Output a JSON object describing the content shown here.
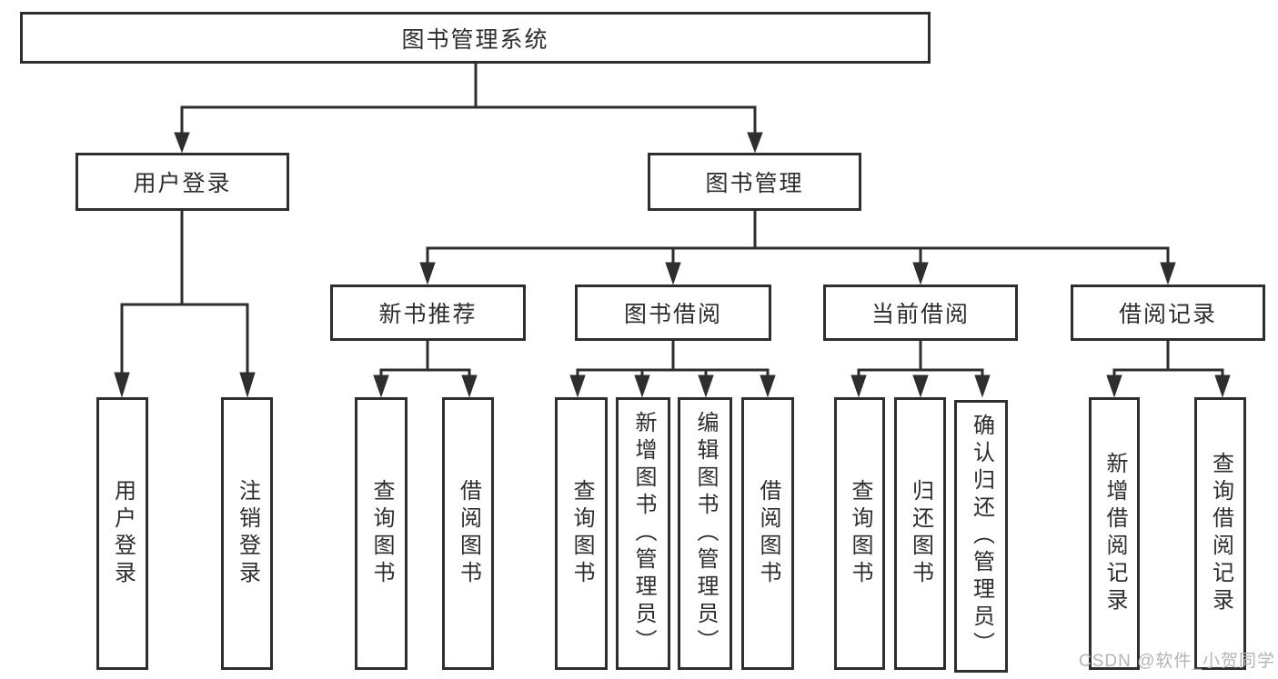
{
  "diagram": {
    "type": "hierarchy-tree",
    "watermark": "CSDN @软件_小贺同学",
    "colors": {
      "line": "#2e2e2e",
      "text": "#2d2d2d",
      "watermark": "#b4b4b4",
      "background": "#ffffff"
    },
    "tree": {
      "label": "图书管理系统",
      "children": [
        {
          "label": "用户登录",
          "children": [
            {
              "label": "用户登录"
            },
            {
              "label": "注销登录"
            }
          ]
        },
        {
          "label": "图书管理",
          "children": [
            {
              "label": "新书推荐",
              "children": [
                {
                  "label": "查询图书"
                },
                {
                  "label": "借阅图书"
                }
              ]
            },
            {
              "label": "图书借阅",
              "children": [
                {
                  "label": "查询图书"
                },
                {
                  "label": "新增图书（管理员）"
                },
                {
                  "label": "编辑图书（管理员）"
                },
                {
                  "label": "借阅图书"
                }
              ]
            },
            {
              "label": "当前借阅",
              "children": [
                {
                  "label": "查询图书"
                },
                {
                  "label": "归还图书"
                },
                {
                  "label": "确认归还（管理员）"
                }
              ]
            },
            {
              "label": "借阅记录",
              "children": [
                {
                  "label": "新增借阅记录"
                },
                {
                  "label": "查询借阅记录"
                }
              ]
            }
          ]
        }
      ]
    }
  }
}
